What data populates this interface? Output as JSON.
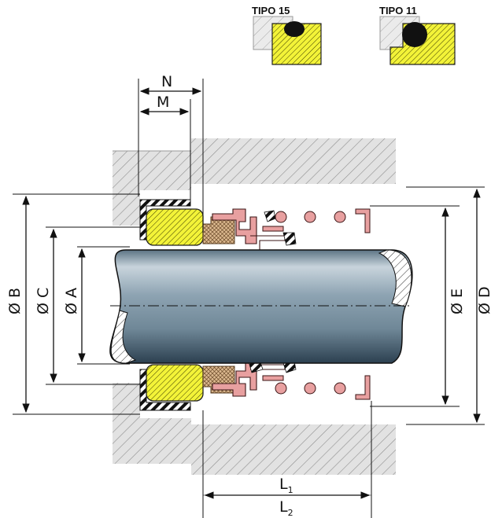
{
  "types": [
    {
      "label": "TIPO 15"
    },
    {
      "label": "TIPO 11"
    }
  ],
  "dimensions": {
    "N": "N",
    "M": "M",
    "B": "Ø B",
    "C": "Ø C",
    "A": "Ø A",
    "E": "Ø E",
    "D": "Ø D",
    "L1": "L",
    "L1_sub": "1",
    "L2": "L",
    "L2_sub": "2"
  },
  "colors": {
    "housing": "#d9d9d9",
    "housing_hatch": "#8c8c8c",
    "seat_yellow": "#f2f23a",
    "bellows_pink": "#e89a9a",
    "carbon_tan": "#d8b48c",
    "shaft_dark": "#3d5566",
    "shaft_light": "#dde6ec"
  }
}
